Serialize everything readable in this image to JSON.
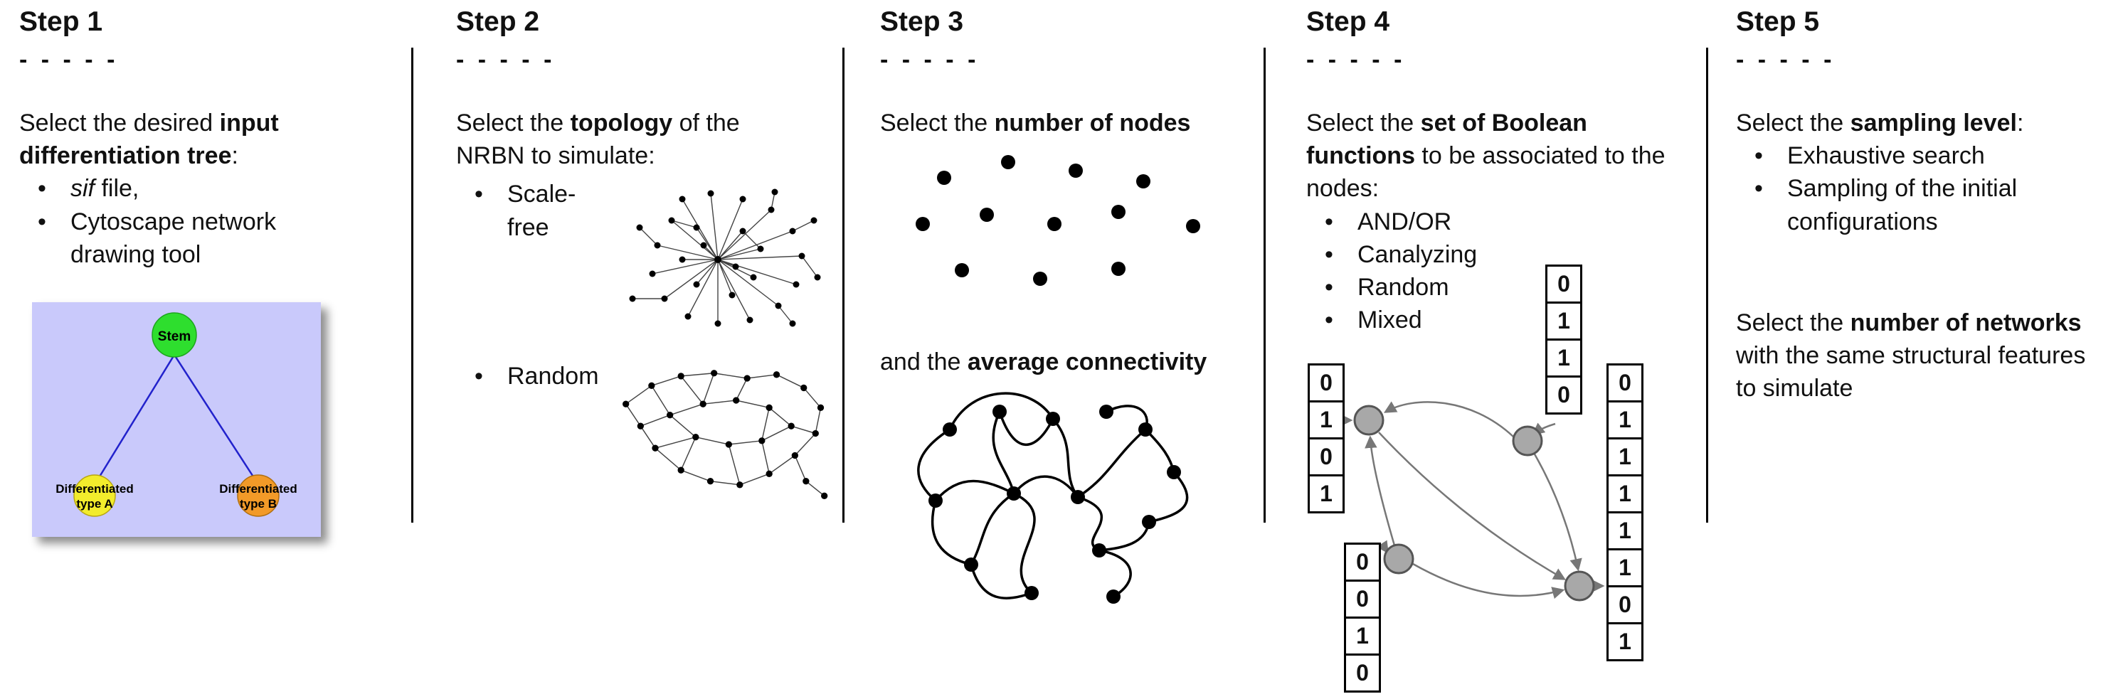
{
  "steps": [
    {
      "title": "Step 1",
      "dashes": "- - - - -",
      "intro": [
        "Select the desired ",
        "input differentiation tree",
        ":"
      ],
      "bullet_sif": {
        "italic": "sif",
        "rest": " file,"
      },
      "bullet_cytoscape": "Cytoscape network drawing tool",
      "tree": {
        "background": "#c9c9fb",
        "edge_color": "#2222cc",
        "stem": {
          "label": "Stem",
          "color": "#2ede2e"
        },
        "type_a": {
          "label_line1": "Differentiated",
          "label_line2": "type A",
          "color": "#f2ec2c"
        },
        "type_b": {
          "label_line1": "Differentiated",
          "label_line2": "type B",
          "color": "#f29a28"
        }
      }
    },
    {
      "title": "Step 2",
      "dashes": "- - - - -",
      "intro": [
        "Select the ",
        "topology",
        " of the NRBN to simulate:"
      ],
      "bullets": [
        "Scale-free",
        "Random"
      ]
    },
    {
      "title": "Step 3",
      "dashes": "- - - - -",
      "line1": [
        "Select the ",
        "number of nodes"
      ],
      "line2": [
        "and the ",
        "average connectivity"
      ]
    },
    {
      "title": "Step 4",
      "dashes": "- - - - -",
      "intro": [
        "Select the ",
        "set of Boolean functions",
        " to be associated to the nodes:"
      ],
      "bullets": [
        "AND/OR",
        "Canalyzing",
        "Random",
        "Mixed"
      ],
      "node_color": "#a8a8a8",
      "arrow_color": "#777777",
      "truth_tables": {
        "left": [
          "0",
          "1",
          "0",
          "1"
        ],
        "top": [
          "0",
          "1",
          "1",
          "0"
        ],
        "right": [
          "0",
          "1",
          "1",
          "1",
          "1",
          "1",
          "0",
          "1"
        ],
        "bottom": [
          "0",
          "0",
          "1",
          "0"
        ]
      }
    },
    {
      "title": "Step 5",
      "dashes": "- - - - -",
      "intro": [
        "Select the ",
        "sampling level",
        ":"
      ],
      "bullets": [
        "Exhaustive search",
        "Sampling of the initial configurations"
      ],
      "second": [
        "Select the ",
        "number of networks",
        " with the same structural features to simulate"
      ]
    }
  ]
}
